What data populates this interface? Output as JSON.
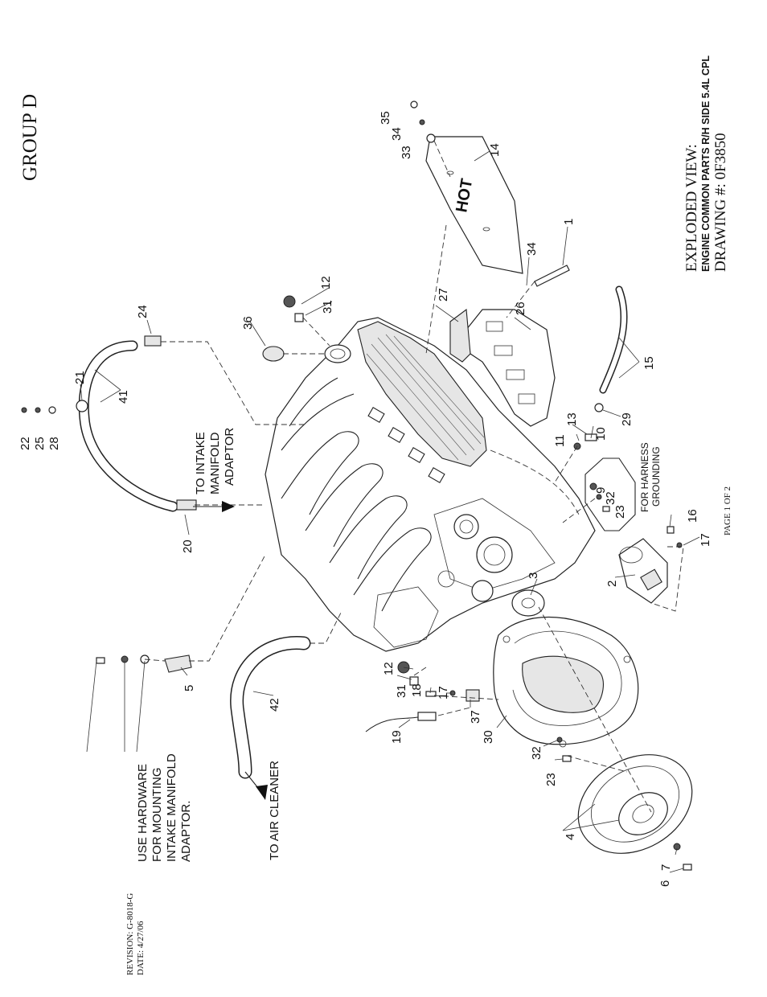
{
  "header": {
    "group": "GROUP D",
    "view_title": "EXPLODED VIEW:",
    "view_subtitle": "ENGINE COMMON PARTS R/H SIDE 5.4L CPL",
    "drawing_number": "DRAWING #: 0F3850"
  },
  "footer": {
    "page": "PAGE 1 OF 2",
    "revision": "REVISION: G-8018-G",
    "date": "DATE: 4/27/06"
  },
  "notes": {
    "intake_manifold_line1": "TO INTAKE",
    "intake_manifold_line2": "MANIFOLD",
    "intake_manifold_line3": "ADAPTOR",
    "air_cleaner": "TO AIR CLEANER",
    "hardware_line1": "USE HARDWARE",
    "hardware_line2": "FOR MOUNTING",
    "hardware_line3": "INTAKE MANIFOLD",
    "hardware_line4": "ADAPTOR.",
    "harness_line1": "FOR HARNESS",
    "harness_line2": "GROUNDING",
    "hot_label": "HOT"
  },
  "callouts": {
    "c1": "1",
    "c2": "2",
    "c3": "3",
    "c4": "4",
    "c5": "5",
    "c6": "6",
    "c7": "7",
    "c9": "9",
    "c10": "10",
    "c11": "11",
    "c12a": "12",
    "c12b": "12",
    "c13": "13",
    "c14": "14",
    "c15": "15",
    "c16": "16",
    "c17a": "17",
    "c17b": "17",
    "c18": "18",
    "c19": "19",
    "c20": "20",
    "c21": "21",
    "c22": "22",
    "c23a": "23",
    "c23b": "23",
    "c24": "24",
    "c25": "25",
    "c26": "26",
    "c27": "27",
    "c28": "28",
    "c29": "29",
    "c30": "30",
    "c31a": "31",
    "c31b": "31",
    "c32a": "32",
    "c32b": "32",
    "c33": "33",
    "c34a": "34",
    "c34b": "34",
    "c35": "35",
    "c36": "36",
    "c37": "37",
    "c41": "41",
    "c42": "42"
  }
}
